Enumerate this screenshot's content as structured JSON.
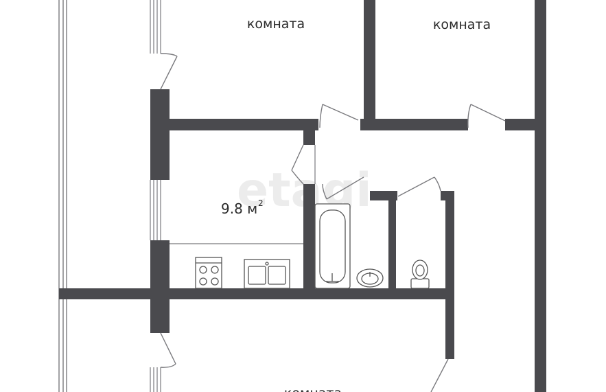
{
  "rooms": [
    {
      "label": "комната"
    },
    {
      "label": "комната"
    },
    {
      "label": "комната"
    }
  ],
  "kitchen": {
    "area": "9.8 м",
    "area_unit_exp": "2"
  },
  "watermark": "etagi",
  "colors": {
    "wall": "#4a4a4e",
    "line": "#7a7a7e",
    "text": "#2b2b2b",
    "fixture": "#555555"
  }
}
